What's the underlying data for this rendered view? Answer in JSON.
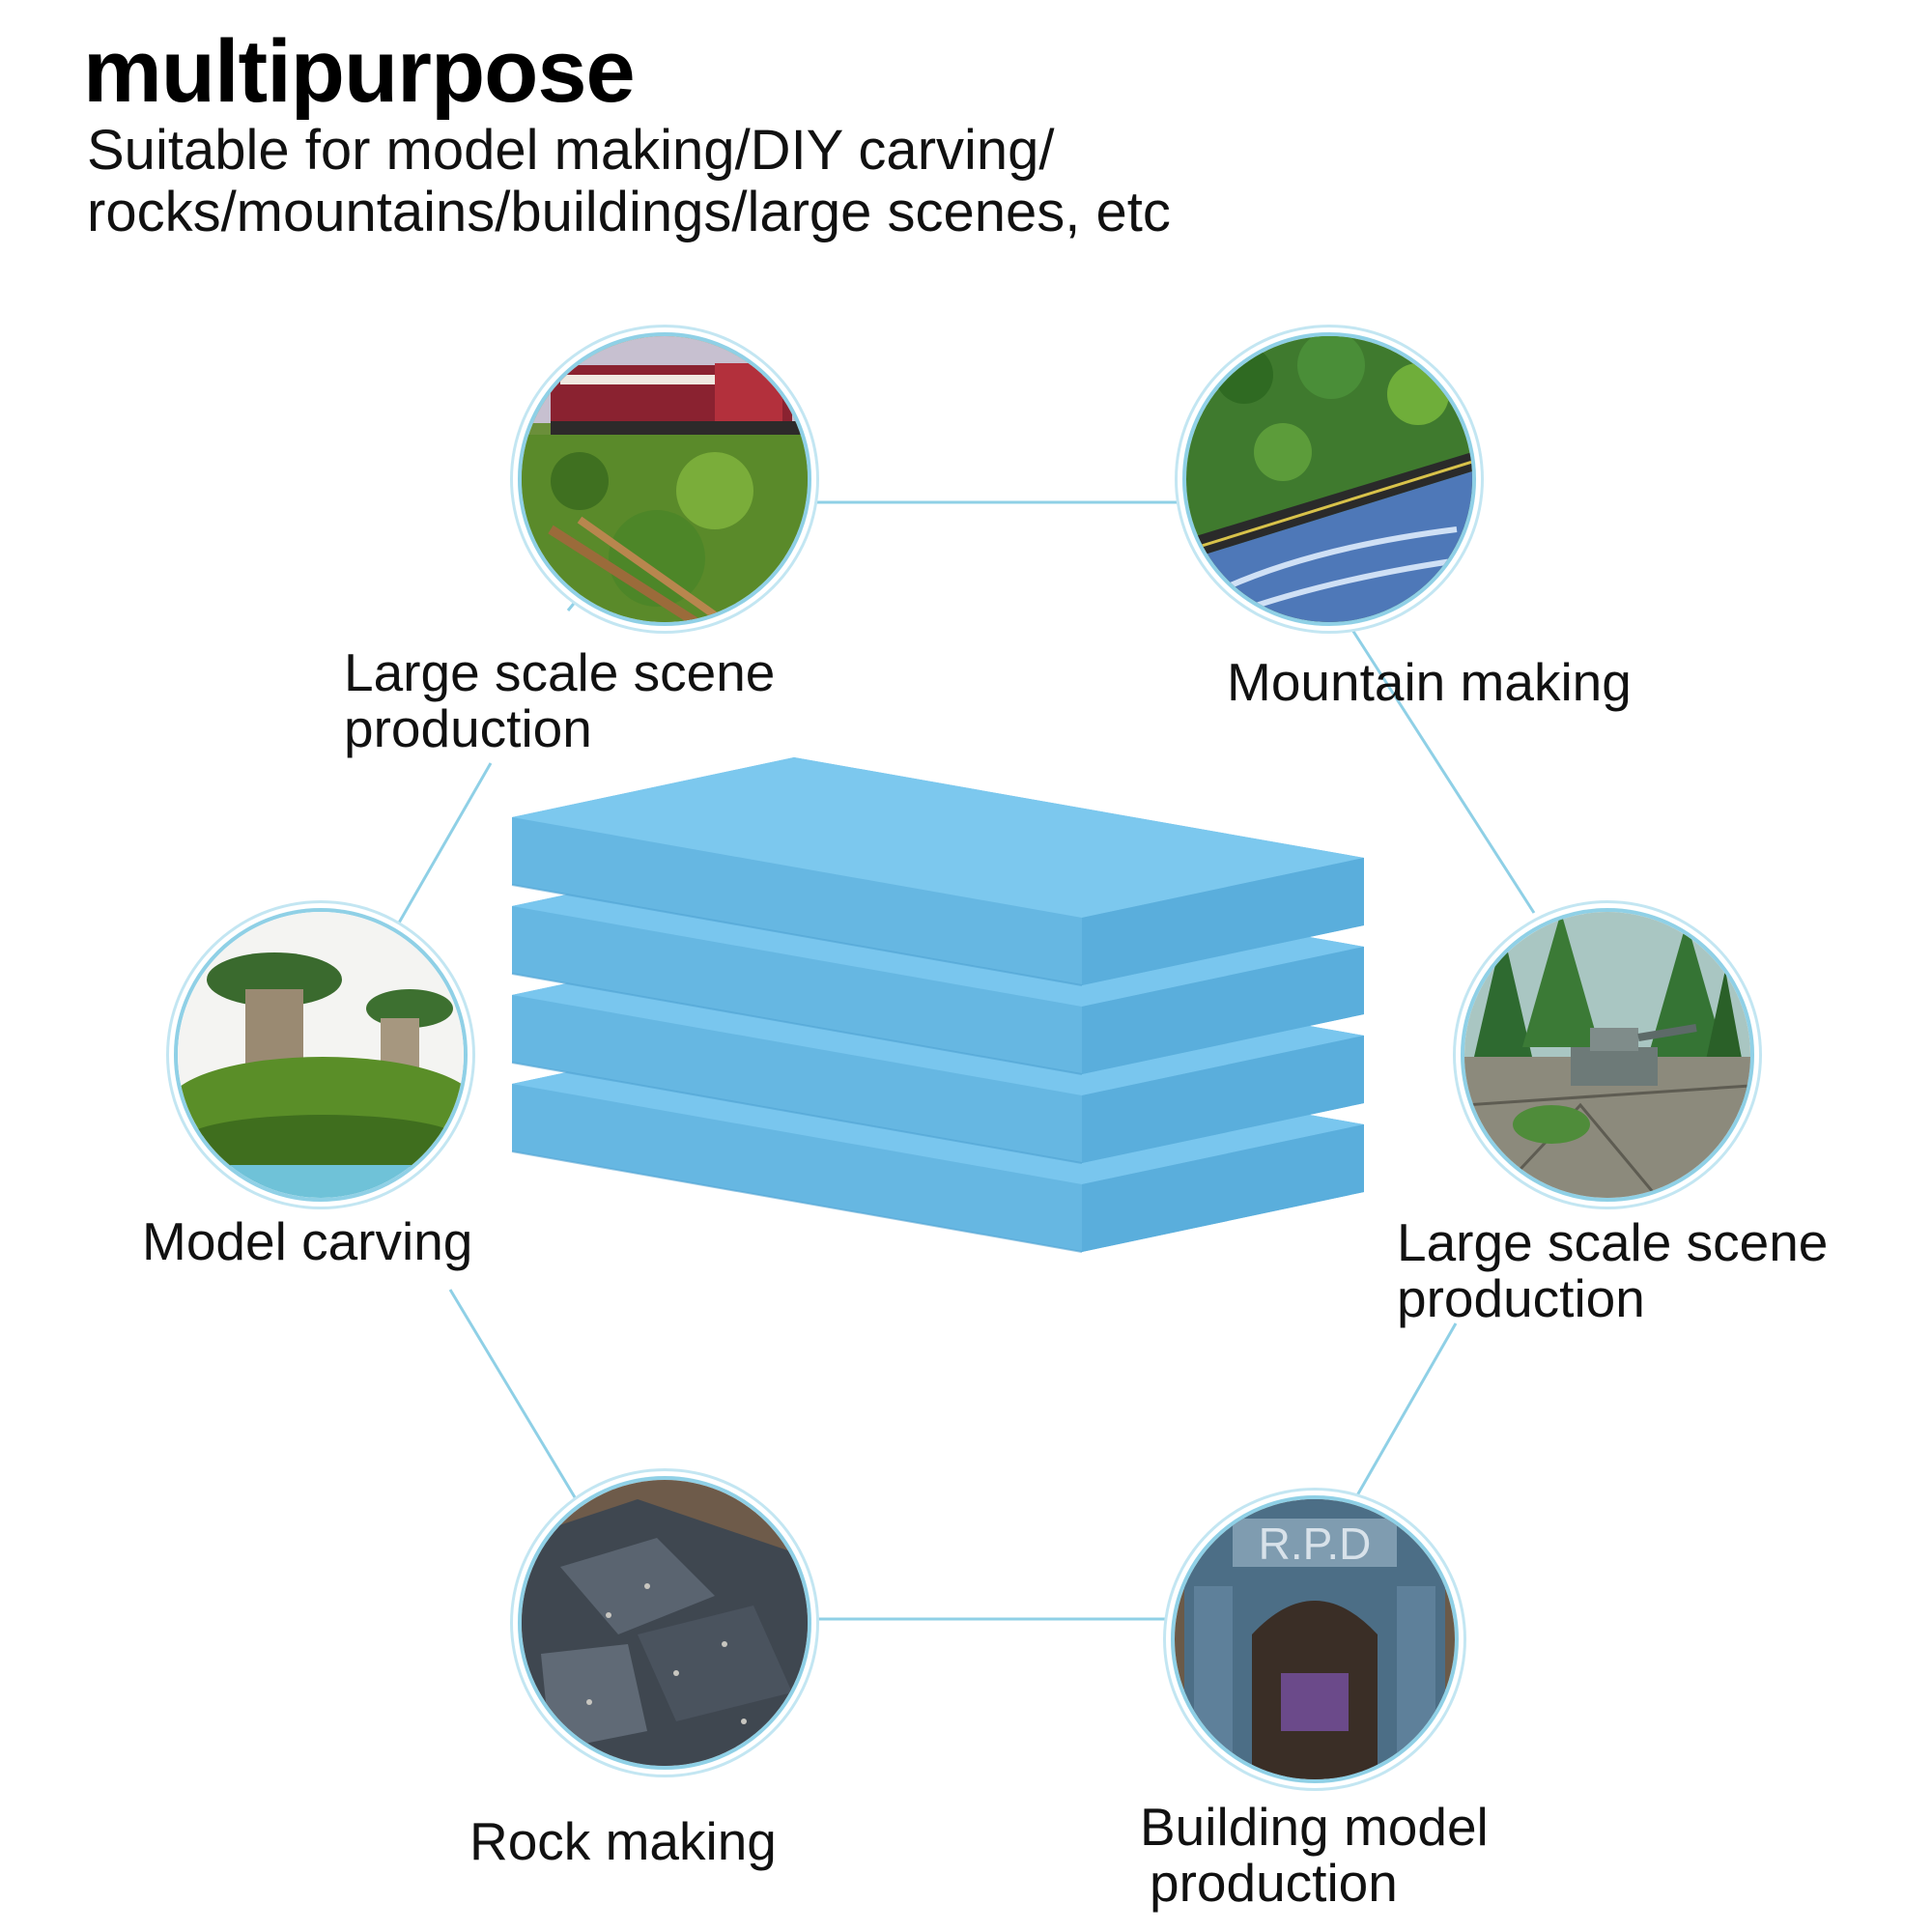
{
  "header": {
    "title": "multipurpose",
    "subtitle_line1": "Suitable for model making/DIY carving/",
    "subtitle_line2": "rocks/mountains/buildings/large scenes, etc"
  },
  "uses": {
    "top_left": {
      "line1": "Large scale scene",
      "line2": "production",
      "icon": "train-diorama-photo"
    },
    "top_right": {
      "line1": "Mountain making",
      "icon": "mountain-road-diorama-photo"
    },
    "middle_left": {
      "line1": "Model carving",
      "icon": "bonsai-rock-carving-photo"
    },
    "middle_right": {
      "line1": "Large scale scene",
      "line2": "production",
      "icon": "tank-forest-diorama-photo"
    },
    "bottom_left": {
      "line1": "Rock making",
      "icon": "rock-terrain-photo"
    },
    "bottom_right": {
      "line1": "Building model",
      "line2": "production",
      "icon": "building-arch-model-photo"
    }
  },
  "colors": {
    "connector": "#8fd0e6",
    "foam_top": "#7cc8ee",
    "foam_side": "#66b7e2",
    "foam_edge": "#5aaedc"
  }
}
